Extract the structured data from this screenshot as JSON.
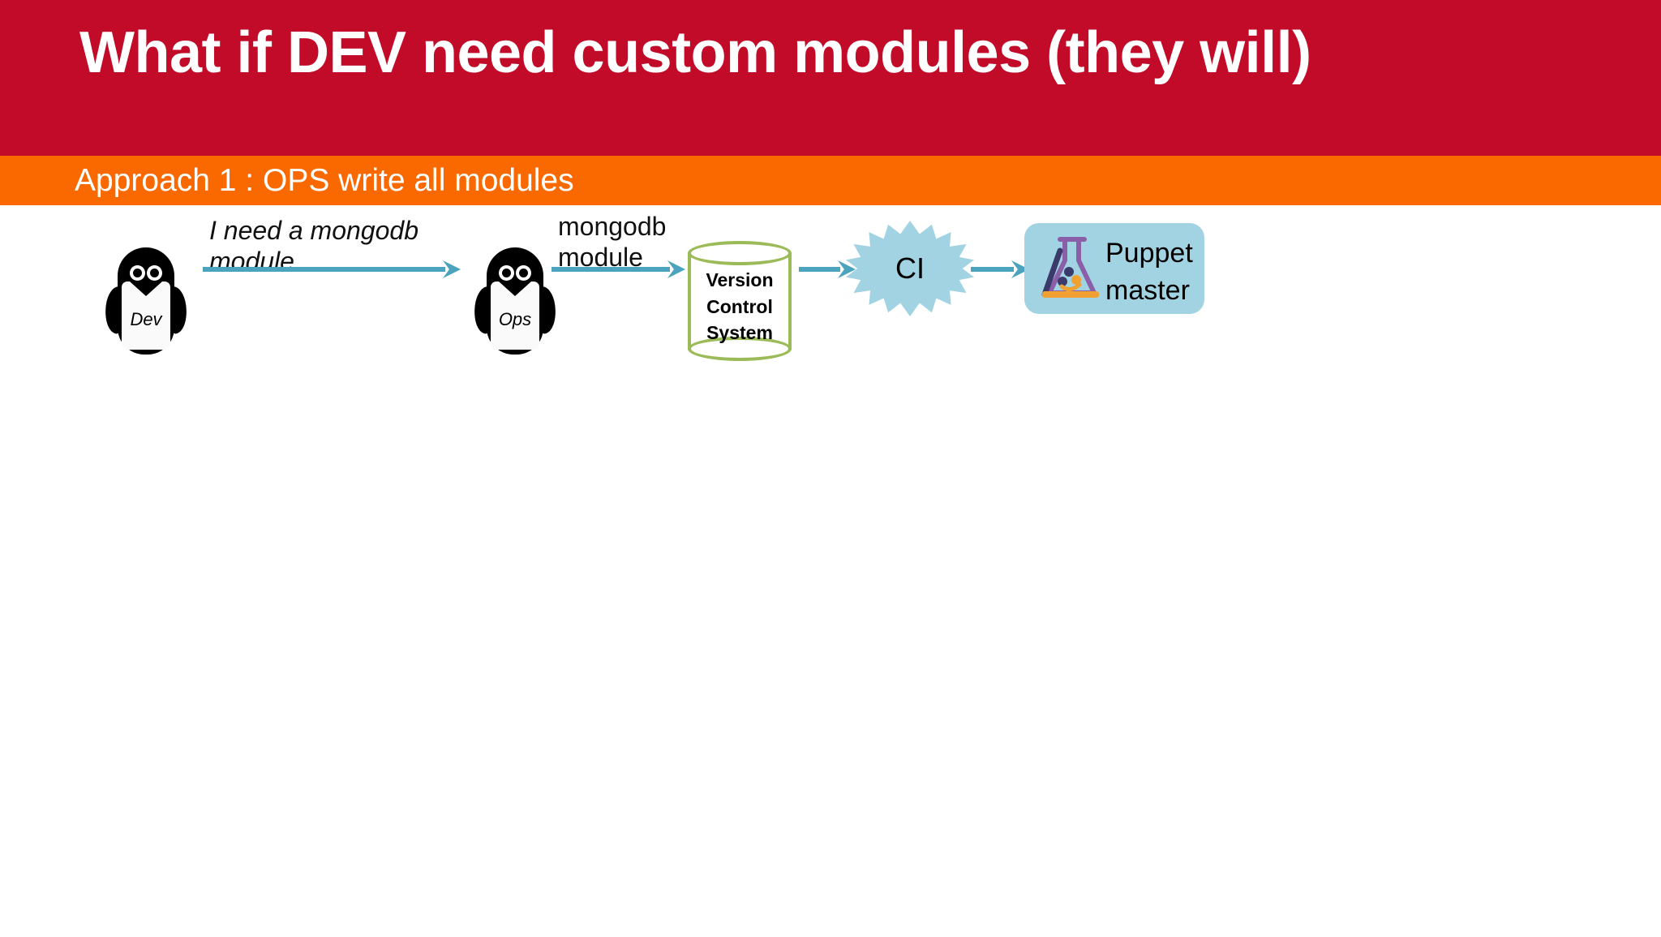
{
  "slide": {
    "title": "What if DEV need custom modules (they will)",
    "subtitle": "Approach 1 : OPS write all modules",
    "colors": {
      "title_band": "#C10B28",
      "subtitle_band": "#FA6800",
      "title_text": "#FFFFFF",
      "subtitle_text": "#FFFFFF",
      "arrow": "#4BA3BE",
      "cylinder_border": "#9BBB58",
      "starburst_fill": "#A2D3E3",
      "puppet_box_fill": "#A2D3E3",
      "penguin_body": "#000000",
      "penguin_belly": "#FAFAFA",
      "puppet_logo_flask": "#8B5FA8",
      "puppet_logo_base": "#F0A132",
      "puppet_logo_stroke": "#3A3A6B",
      "background": "#FFFFFF"
    }
  },
  "diagram": {
    "nodes": {
      "dev": {
        "label": "Dev",
        "icon": "penguin-icon",
        "type": "actor"
      },
      "ops": {
        "label": "Ops",
        "icon": "penguin-icon",
        "type": "actor"
      },
      "vcs": {
        "label": "Version\nControl\nSystem",
        "icon": "cylinder-icon",
        "type": "datastore"
      },
      "ci": {
        "label": "CI",
        "icon": "starburst-icon",
        "type": "process"
      },
      "puppet": {
        "label": "Puppet\nmaster",
        "icon": "puppet-logo-icon",
        "type": "server"
      }
    },
    "edges": [
      {
        "from": "dev",
        "to": "ops",
        "label": "I need a mongodb\nmodule",
        "style": "italic"
      },
      {
        "from": "ops",
        "to": "vcs",
        "label": "mongodb\nmodule",
        "style": "normal"
      },
      {
        "from": "vcs",
        "to": "ci",
        "label": "",
        "style": "normal"
      },
      {
        "from": "ci",
        "to": "puppet",
        "label": "",
        "style": "normal"
      }
    ]
  }
}
